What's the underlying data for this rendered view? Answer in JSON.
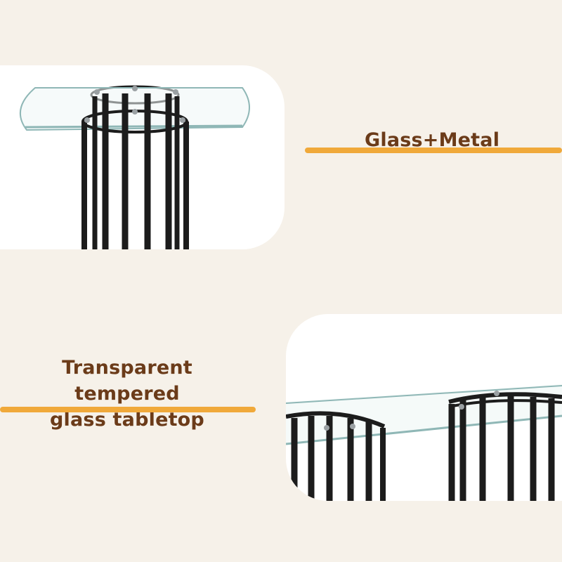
{
  "features": {
    "material_label": "Glass+Metal",
    "tabletop_line1": "Transparent tempered",
    "tabletop_line2": "glass tabletop"
  },
  "colors": {
    "background": "#f6f1e9",
    "panel": "#ffffff",
    "label_text": "#6b3b19",
    "accent_bar": "#f0a93a",
    "metal": "#1c1c1c",
    "glass_edge": "#8fb7b6"
  }
}
